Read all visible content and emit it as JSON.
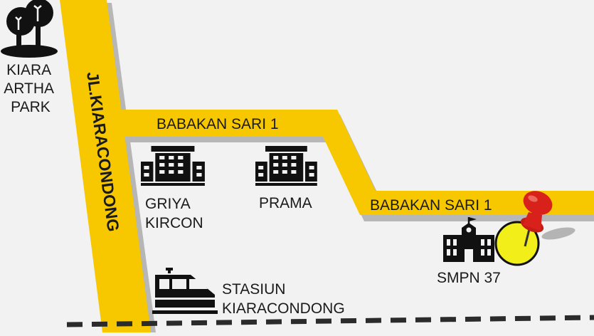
{
  "roads": {
    "main": "JL.KIARACONDONG",
    "upper": "BABAKAN SARI 1",
    "lower": "BABAKAN SARI 1"
  },
  "places": {
    "park": [
      "KIARA",
      "ARTHA",
      "PARK"
    ],
    "griya": [
      "GRIYA",
      "KIRCON"
    ],
    "prama": "PRAMA",
    "station": [
      "STASIUN",
      "KIARACONDONG"
    ],
    "school": "SMPN 37"
  },
  "icons": {
    "park": "tree-icon",
    "griya": "building-icon",
    "prama": "building-icon",
    "station": "train-icon",
    "school": "school-icon",
    "destination": "map-pin-icon"
  },
  "colors": {
    "road": "#f7c800",
    "background": "#f2f2f2",
    "rail": "#2b2b2b",
    "pin": "#d9211c",
    "marker": "#f1ee1a"
  }
}
